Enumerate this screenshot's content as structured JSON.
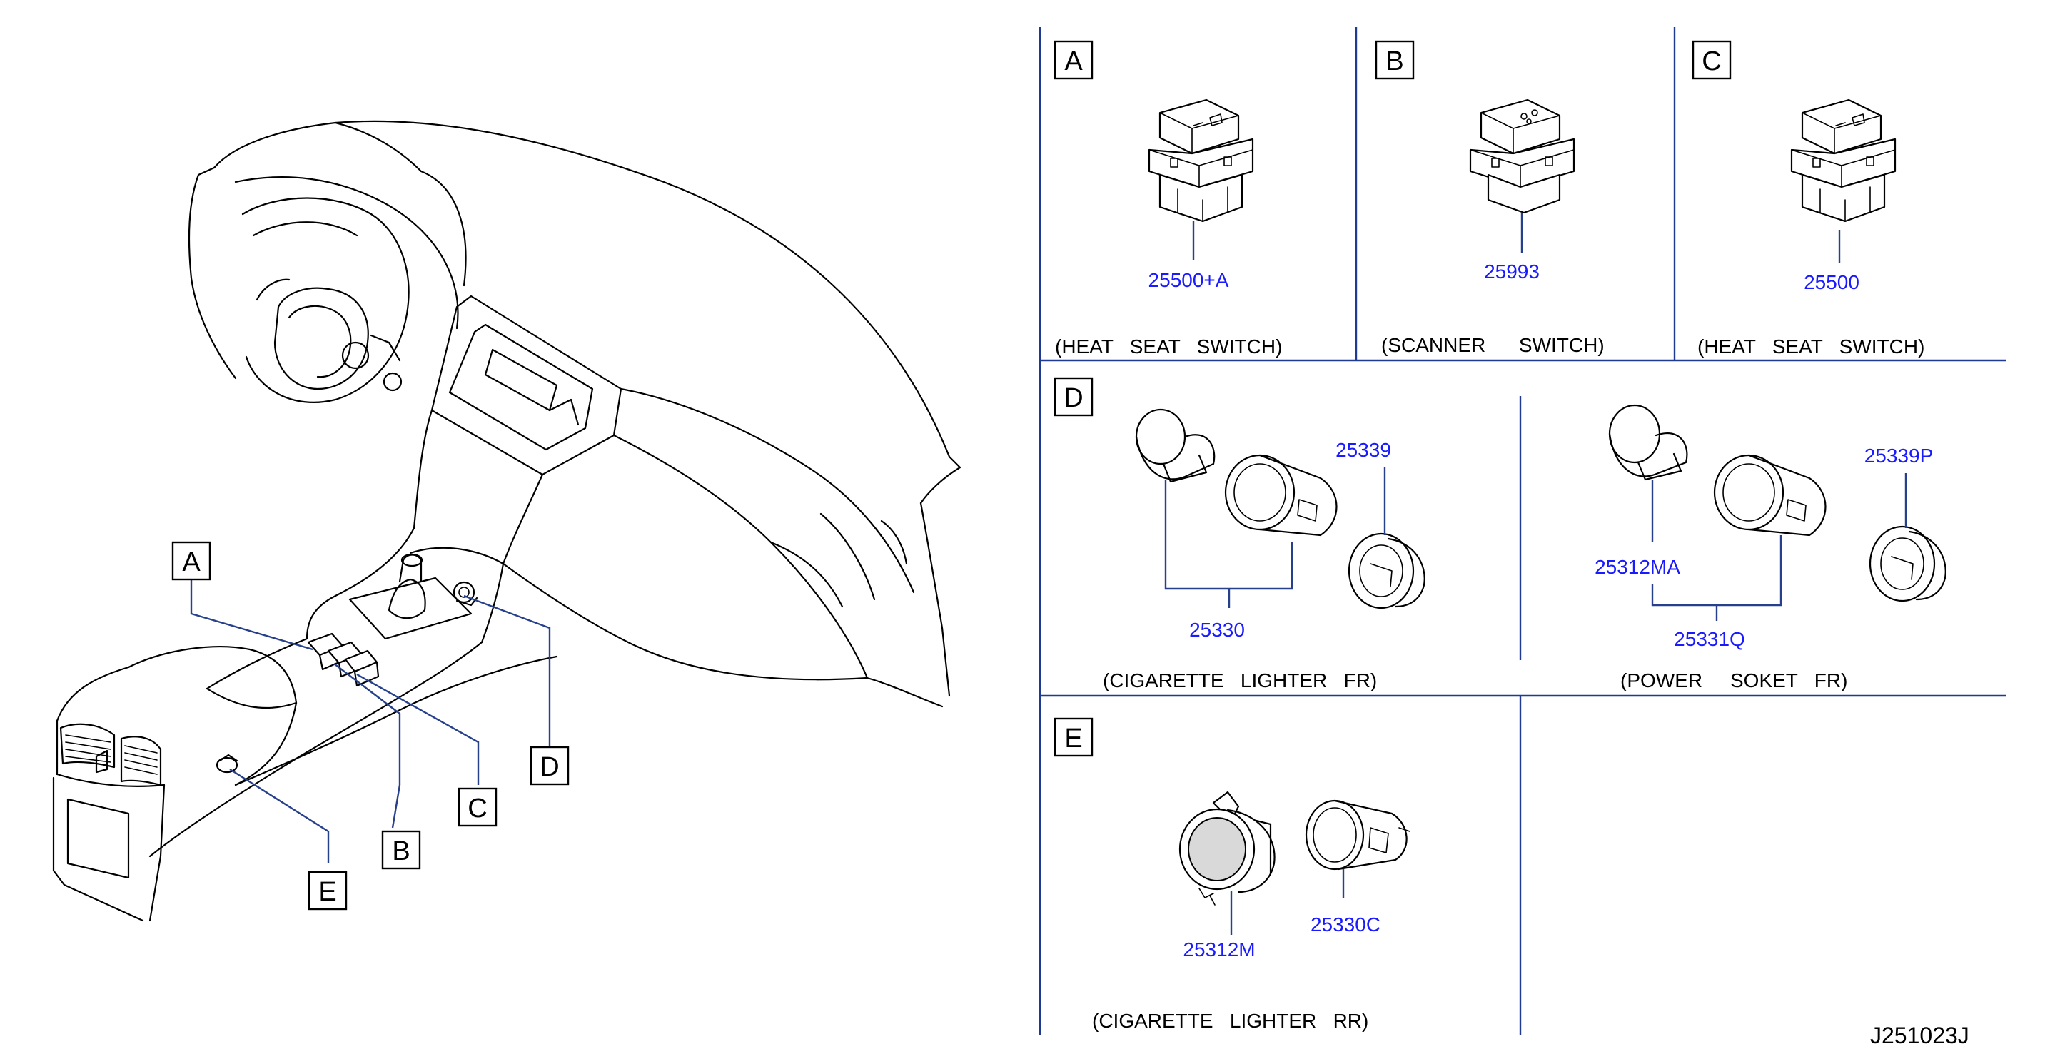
{
  "callouts": {
    "dashboard": [
      "A",
      "B",
      "C",
      "D",
      "E"
    ]
  },
  "panels": {
    "A": {
      "letter": "A",
      "part": "25500+A",
      "caption": "(HEAT   SEAT   SWITCH)"
    },
    "B": {
      "letter": "B",
      "part": "25993",
      "caption": "(SCANNER      SWITCH)"
    },
    "C": {
      "letter": "C",
      "part": "25500",
      "caption": "(HEAT   SEAT   SWITCH)"
    },
    "D": {
      "letter": "D",
      "caption": "(CIGARETTE   LIGHTER   FR)",
      "parts": {
        "housing": "25339",
        "assembly": "25330"
      }
    },
    "D2": {
      "caption": "(POWER     SOKET   FR)",
      "parts": {
        "cap": "25312MA",
        "housing": "25339P",
        "assembly": "25331Q"
      }
    },
    "E": {
      "letter": "E",
      "caption": "(CIGARETTE   LIGHTER   RR)",
      "parts": {
        "socket": "25312M",
        "ring": "25330C"
      }
    }
  },
  "drawing_number": "J251023J",
  "colors": {
    "part_number": "#1a1aff",
    "frame": "#1f3a93",
    "leader": "#27408b"
  }
}
